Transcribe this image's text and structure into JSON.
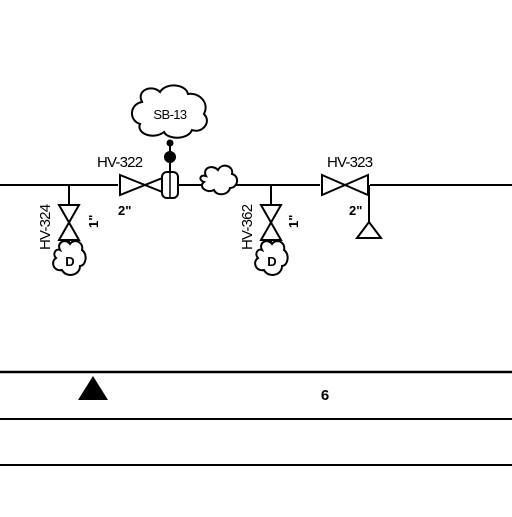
{
  "instrument_bubble": {
    "label": "SB-13"
  },
  "valves": [
    {
      "tag": "HV-324",
      "size": "1\"",
      "actuator": "D"
    },
    {
      "tag": "HV-322",
      "size": "2\""
    },
    {
      "tag": "HV-362",
      "size": "1\"",
      "actuator": "D"
    },
    {
      "tag": "HV-323",
      "size": "2\""
    }
  ],
  "title_block": {
    "row_number": "6"
  }
}
